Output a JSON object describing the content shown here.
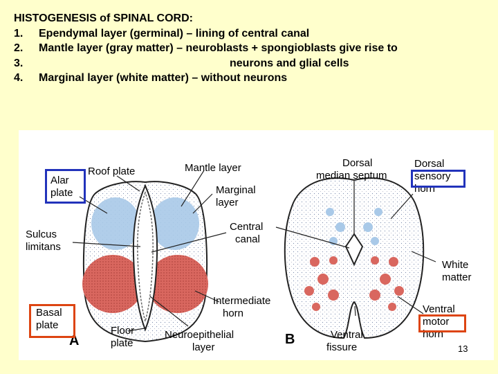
{
  "heading": {
    "title": "HISTOGENESIS of SPINAL CORD:",
    "lines": [
      {
        "num": "1.",
        "text": "Ependymal layer (germinal) – lining of central canal"
      },
      {
        "num": "2.",
        "text": "Mantle layer (gray matter) – neuroblasts + spongioblasts give rise to"
      },
      {
        "num": "3.",
        "text": "neurons and glial cells"
      },
      {
        "num": "4.",
        "text": "Marginal layer (white matter) – without neurons"
      }
    ]
  },
  "figure_a": {
    "letter": "A",
    "labels": {
      "alar": [
        "Alar",
        "plate"
      ],
      "roof": "Roof plate",
      "mantle": "Mantle layer",
      "marginal": [
        "Marginal",
        "layer"
      ],
      "sulcus": [
        "Sulcus",
        "limitans"
      ],
      "central": [
        "Central",
        "canal"
      ],
      "basal": [
        "Basal",
        "plate"
      ],
      "intermediate": [
        "Intermediate",
        "horn"
      ],
      "floor": [
        "Floor",
        "plate"
      ],
      "neuro": [
        "Neuroepithelial",
        "layer"
      ]
    }
  },
  "figure_b": {
    "letter": "B",
    "labels": {
      "dorsal_septum": [
        "Dorsal",
        "median septum"
      ],
      "dorsal": "Dorsal",
      "sensory": "sensory",
      "horn1": "horn",
      "white": [
        "White",
        "matter"
      ],
      "ventral": "Ventral",
      "motor": "motor",
      "horn2": "horn",
      "fissure": [
        "Ventral",
        "fissure"
      ]
    }
  },
  "colors": {
    "blue_box": "#2233bb",
    "orange_box": "#dd4411",
    "blue_fill": "#a9c9e8",
    "red_fill": "#d9675f"
  },
  "page_number": "13"
}
